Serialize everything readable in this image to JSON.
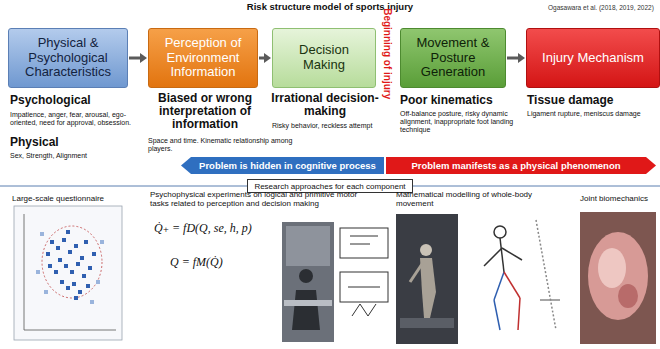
{
  "diagram": {
    "title": "Risk structure model of sports injury",
    "nodes": [
      {
        "text": [
          "Physical & Psychological Characteristics"
        ]
      },
      {
        "text": [
          "Perception of Environment Information"
        ]
      },
      {
        "text": [
          "Decision Making"
        ]
      },
      {
        "text": [
          "Movement & Posture Generation"
        ]
      },
      {
        "text": [
          "Injury Mechanism"
        ]
      },
      {
        "text": [
          "Problem is hidden in cognitive process"
        ]
      },
      {
        "text": [
          "Problem manifests as a physical phenomenon"
        ]
      },
      {
        "text": [
          "Research approaches for each component"
        ]
      }
    ],
    "edges": [
      {
        "from": 0,
        "to": 1,
        "arrow": "to"
      },
      {
        "from": 1,
        "to": 2,
        "arrow": "to"
      },
      {
        "from": 3,
        "to": 4,
        "arrow": "to"
      }
    ],
    "labels": [
      "Ogasawara et al. (2018, 2019, 2022)",
      "Beginning of injury",
      "Psychological",
      "Impatience, anger, fear, arousal, ego-oriented, need for approval, obsession.",
      "Physical",
      "Sex, Strength, Alignment",
      "Biased or wrong interpretation of information",
      "Space and time. Kinematic relationship among players.",
      "Irrational decision-making",
      "Risky behavior, reckless attempt",
      "Poor kinematics",
      "Off-balance posture, risky dynamic alignment, inappropriate foot landing technique",
      "Tissue damage",
      "Ligament rupture, meniscus damage",
      "Large-scale questionnaire",
      "Psychophysical experiments on logical and primitive motor tasks related to perception and decision making",
      "Q̇₊ = fD(Q, se, h, p)",
      "Q = fM(Q̇)",
      "Mathematical modelling of whole-body movement",
      "Joint biomechanics"
    ]
  }
}
